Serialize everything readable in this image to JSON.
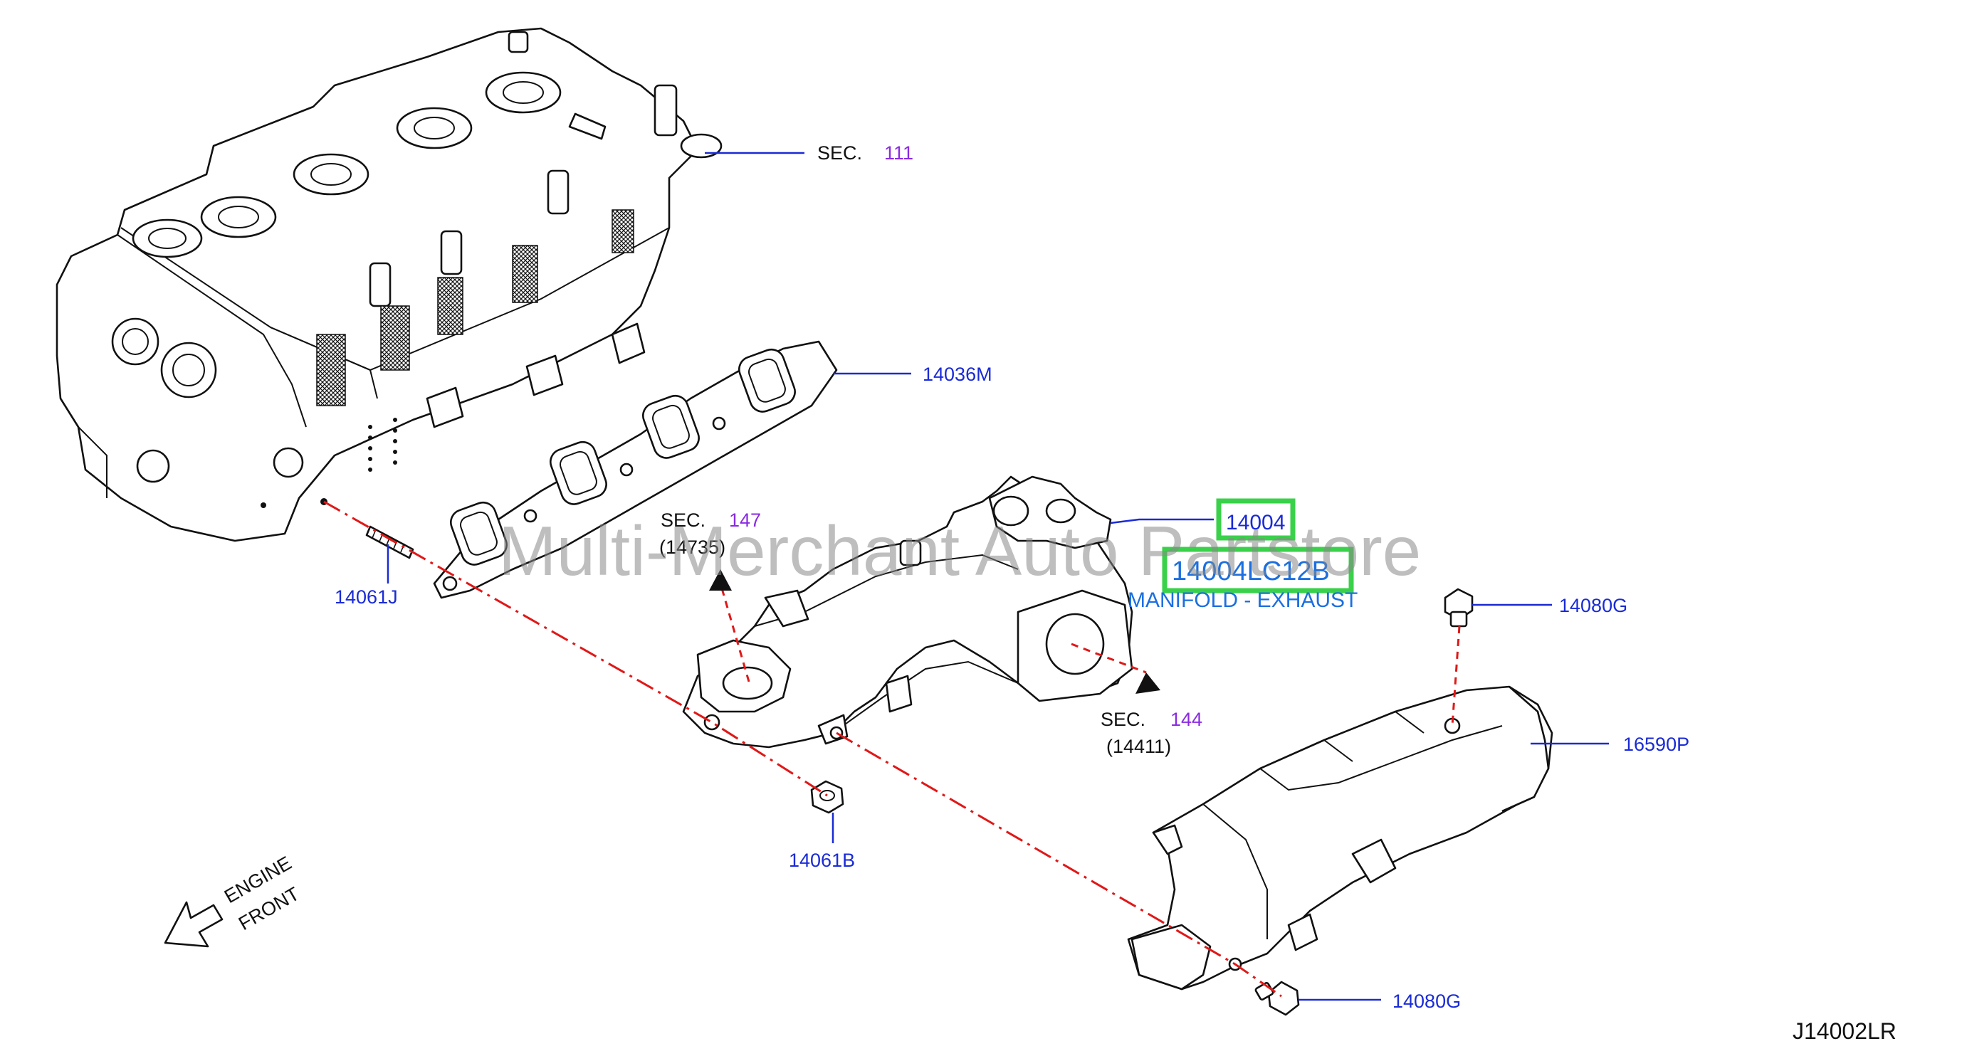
{
  "figure_code": "J14002LR",
  "watermark": "Multi-Merchant Auto Partstore",
  "sections": [
    {
      "prefix": "SEC.",
      "number": "111"
    },
    {
      "prefix": "SEC.",
      "number": "147",
      "subref": "(14735)"
    },
    {
      "prefix": "SEC.",
      "number": "144",
      "subref": "(14411)"
    }
  ],
  "callouts": {
    "gasket": "14036M",
    "stud": "14061J",
    "manifold_short": "14004",
    "manifold_full": "14004LC12B",
    "manifold_desc": "MANIFOLD - EXHAUST",
    "bolt_top": "14080G",
    "heat_insulator": "16590P",
    "nut": "14061B",
    "bolt_bottom": "14080G"
  },
  "direction": {
    "line1": "ENGINE",
    "line2": "FRONT"
  },
  "colors": {
    "callout_text": "#1a2bd6",
    "section_number": "#8a2be2",
    "description_text": "#1b6fe0",
    "highlight_box": "#3ad14a",
    "dash_line": "#e01818"
  }
}
